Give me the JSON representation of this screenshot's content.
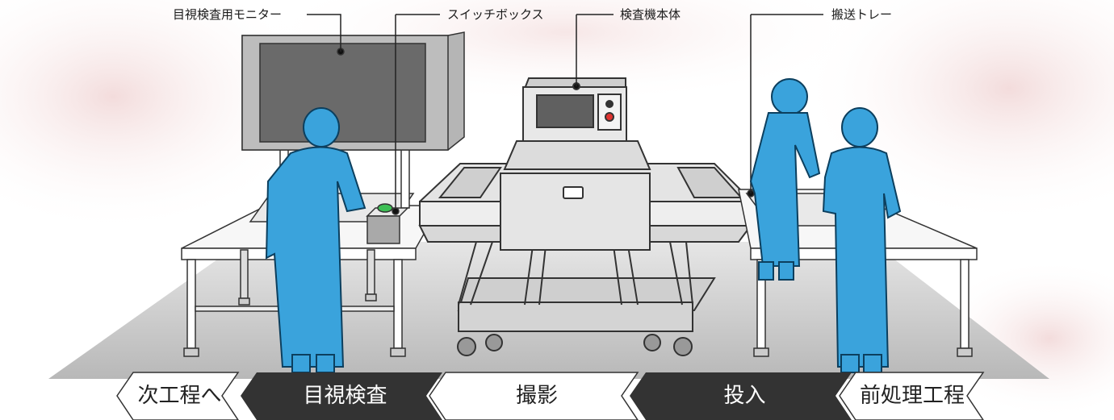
{
  "labels": {
    "monitor": "目視検査用モニター",
    "switch_box": "スイッチボックス",
    "machine": "検査機本体",
    "tray": "搬送トレー"
  },
  "flow": {
    "next": "次工程へ",
    "visual": "目視検査",
    "photo": "撮影",
    "load": "投入",
    "pre": "前処理工程"
  },
  "colors": {
    "worker": "#3aa3dc",
    "worker_outline": "#0c3f5e",
    "flow_dark": "#333333",
    "monitor_screen": "#6a6a6a",
    "floor": "#cfcfcf"
  }
}
